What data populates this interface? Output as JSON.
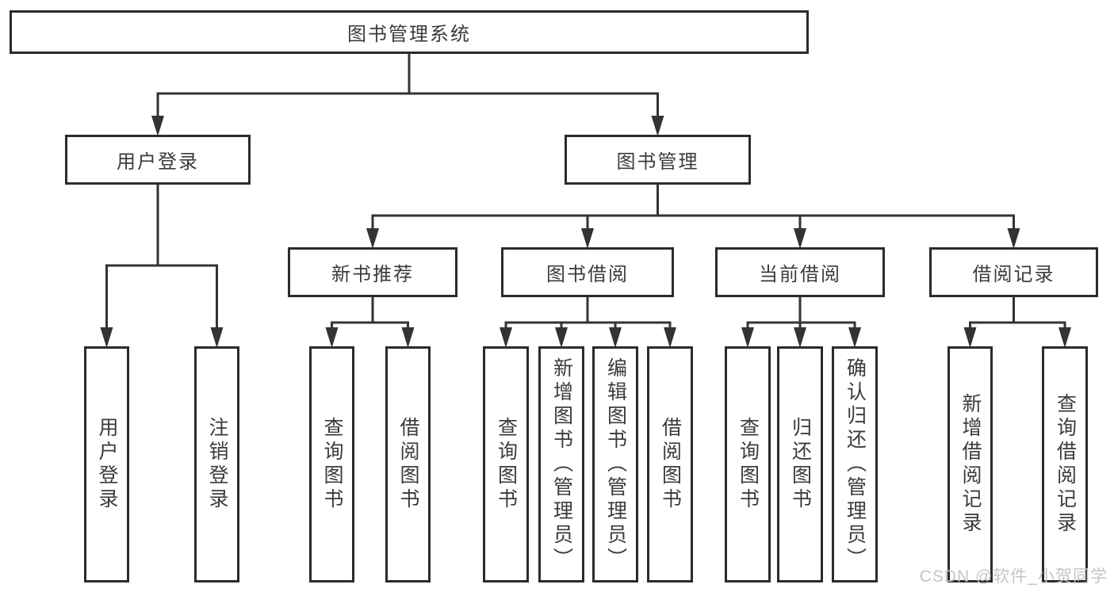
{
  "watermark": "CSDN @软件_小贺同学",
  "colors": {
    "line": "#333333",
    "box_border": "#2b2b2b",
    "text": "#3b3b3b",
    "watermark": "#c3c5c9",
    "background": "#ffffff"
  },
  "diagram": {
    "title": "图书管理系统",
    "nodes": [
      {
        "id": "root",
        "label": "图书管理系统",
        "orientation": "h"
      },
      {
        "id": "user-login",
        "label": "用户登录",
        "orientation": "h"
      },
      {
        "id": "book-mgmt",
        "label": "图书管理",
        "orientation": "h"
      },
      {
        "id": "new-book-rec",
        "label": "新书推荐",
        "orientation": "h"
      },
      {
        "id": "book-borrow",
        "label": "图书借阅",
        "orientation": "h"
      },
      {
        "id": "current-borrow",
        "label": "当前借阅",
        "orientation": "h"
      },
      {
        "id": "borrow-records",
        "label": "借阅记录",
        "orientation": "h"
      },
      {
        "id": "leaf-user-login",
        "label": "用户登录",
        "orientation": "v"
      },
      {
        "id": "leaf-logout",
        "label": "注销登录",
        "orientation": "v"
      },
      {
        "id": "leaf-query-book-1",
        "label": "查询图书",
        "orientation": "v"
      },
      {
        "id": "leaf-borrow-book-1",
        "label": "借阅图书",
        "orientation": "v"
      },
      {
        "id": "leaf-query-book-2",
        "label": "查询图书",
        "orientation": "v"
      },
      {
        "id": "leaf-add-book",
        "label": "新增图书（管理员）",
        "orientation": "v"
      },
      {
        "id": "leaf-edit-book",
        "label": "编辑图书（管理员）",
        "orientation": "v"
      },
      {
        "id": "leaf-borrow-book-2",
        "label": "借阅图书",
        "orientation": "v"
      },
      {
        "id": "leaf-query-book-3",
        "label": "查询图书",
        "orientation": "v"
      },
      {
        "id": "leaf-return-book",
        "label": "归还图书",
        "orientation": "v"
      },
      {
        "id": "leaf-confirm-return",
        "label": "确认归还（管理员）",
        "orientation": "v"
      },
      {
        "id": "leaf-add-record",
        "label": "新增借阅记录",
        "orientation": "v"
      },
      {
        "id": "leaf-query-record",
        "label": "查询借阅记录",
        "orientation": "v"
      }
    ],
    "edges": [
      {
        "from": "root",
        "to": [
          "user-login",
          "book-mgmt"
        ]
      },
      {
        "from": "user-login",
        "to": [
          "leaf-user-login",
          "leaf-logout"
        ]
      },
      {
        "from": "book-mgmt",
        "to": [
          "new-book-rec",
          "book-borrow",
          "current-borrow",
          "borrow-records"
        ]
      },
      {
        "from": "new-book-rec",
        "to": [
          "leaf-query-book-1",
          "leaf-borrow-book-1"
        ]
      },
      {
        "from": "book-borrow",
        "to": [
          "leaf-query-book-2",
          "leaf-add-book",
          "leaf-edit-book",
          "leaf-borrow-book-2"
        ]
      },
      {
        "from": "current-borrow",
        "to": [
          "leaf-query-book-3",
          "leaf-return-book",
          "leaf-confirm-return"
        ]
      },
      {
        "from": "borrow-records",
        "to": [
          "leaf-add-record",
          "leaf-query-record"
        ]
      }
    ]
  }
}
